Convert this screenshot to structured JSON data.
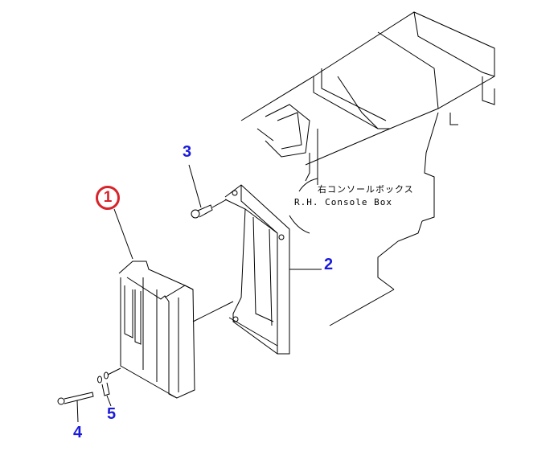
{
  "callouts": {
    "part1": "1",
    "part2": "2",
    "part3": "3",
    "part4": "4",
    "part5": "5"
  },
  "note": {
    "japanese": "右コンソールボックス",
    "english": "R.H. Console Box"
  },
  "colors": {
    "callout_highlight": "#d8232a",
    "callout_text": "#1a1adc"
  }
}
